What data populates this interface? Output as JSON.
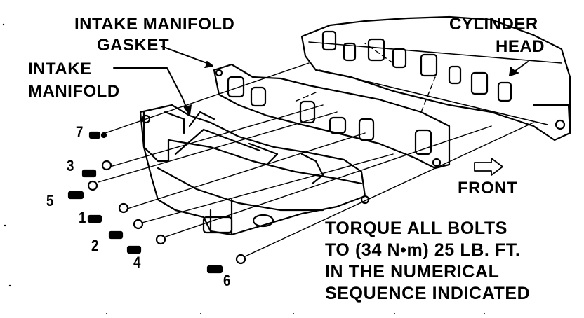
{
  "labels": {
    "intake_manifold_gasket_line1": "INTAKE MANIFOLD",
    "intake_manifold_gasket_line2": "GASKET",
    "intake_manifold_line1": "INTAKE",
    "intake_manifold_line2": "MANIFOLD",
    "cylinder_head_line1": "CYLINDER",
    "cylinder_head_line2": "HEAD",
    "front": "FRONT"
  },
  "bolt_numbers": [
    "7",
    "3",
    "5",
    "1",
    "2",
    "4",
    "6"
  ],
  "torque_note": [
    "TORQUE ALL BOLTS",
    "TO (34 N•m) 25 LB. FT.",
    "IN THE NUMERICAL",
    "SEQUENCE INDICATED"
  ],
  "colors": {
    "ink": "#000000",
    "paper": "#ffffff"
  }
}
